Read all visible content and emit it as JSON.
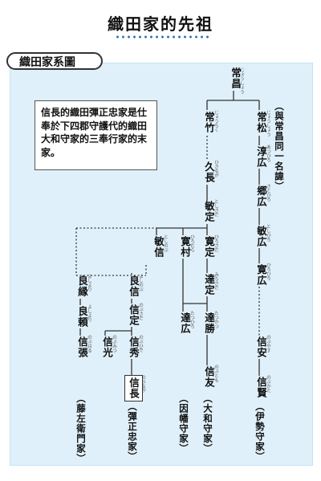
{
  "page": {
    "title": "織田家的先祖"
  },
  "section_label": "織田家系圖",
  "note": "信長的織田彈正忠家是仕奉於下四郡守護代的織田大和守家的三奉行家的末家。",
  "nodes": {
    "tsuneaki": {
      "name": "常昌",
      "ruby": "じょうしょう"
    },
    "tsunematsu": {
      "name": "常松",
      "ruby": "じょうしょう",
      "note": "（與常昌同一名諱）"
    },
    "tsunetake": {
      "name": "常竹",
      "ruby": "じょうちく"
    },
    "hisanaga": {
      "name": "久長",
      "ruby": "ひさなが"
    },
    "toshisada": {
      "name": "敏定",
      "ruby": "としさだ"
    },
    "atsuhiro": {
      "name": "淳広",
      "ruby": "あつひろ"
    },
    "satohiro": {
      "name": "郷広",
      "ruby": "さとひろ"
    },
    "toshihiro": {
      "name": "敏広",
      "ruby": "としひろ"
    },
    "hirohiro": {
      "name": "寛広",
      "ruby": "ひろひろ"
    },
    "toshinobu": {
      "name": "敏信",
      "ruby": "としのぶ"
    },
    "hiromura": {
      "name": "寛村",
      "ruby": "ひろむら"
    },
    "hirosada": {
      "name": "寛定",
      "ruby": "ひろさだ"
    },
    "michisada": {
      "name": "達定",
      "ruby": "みちさだ"
    },
    "michihiro": {
      "name": "達広",
      "ruby": "たつひろ"
    },
    "michikatsu": {
      "name": "達勝",
      "ruby": "たつかつ"
    },
    "nobutomo": {
      "name": "信友",
      "ruby": "のぶとも",
      "note": "（大和守家）"
    },
    "yoshinobu": {
      "name": "良信",
      "ruby": "よしのぶ"
    },
    "nobusada": {
      "name": "信定",
      "ruby": "のぶさだ"
    },
    "nobuhide": {
      "name": "信秀",
      "ruby": "のぶひで"
    },
    "nobumitsu": {
      "name": "信光",
      "ruby": "のぶみつ"
    },
    "nobunaga": {
      "name": "信長",
      "ruby": "のぶなが",
      "note": "（彈正忠家）"
    },
    "yoshiyori": {
      "name": "良縁",
      "ruby": "よしより"
    },
    "yoshiyori2": {
      "name": "良頼",
      "ruby": "よしより"
    },
    "nobuhari": {
      "name": "信張",
      "ruby": "のぶはる",
      "note": "（藤左衛門家）"
    },
    "nobuyasu": {
      "name": "信安",
      "ruby": "のぶやす"
    },
    "nobukata": {
      "name": "信賢",
      "ruby": "のぶかた",
      "note": "（伊勢守家）"
    },
    "inaba": {
      "note": "（因幡守家）"
    }
  }
}
